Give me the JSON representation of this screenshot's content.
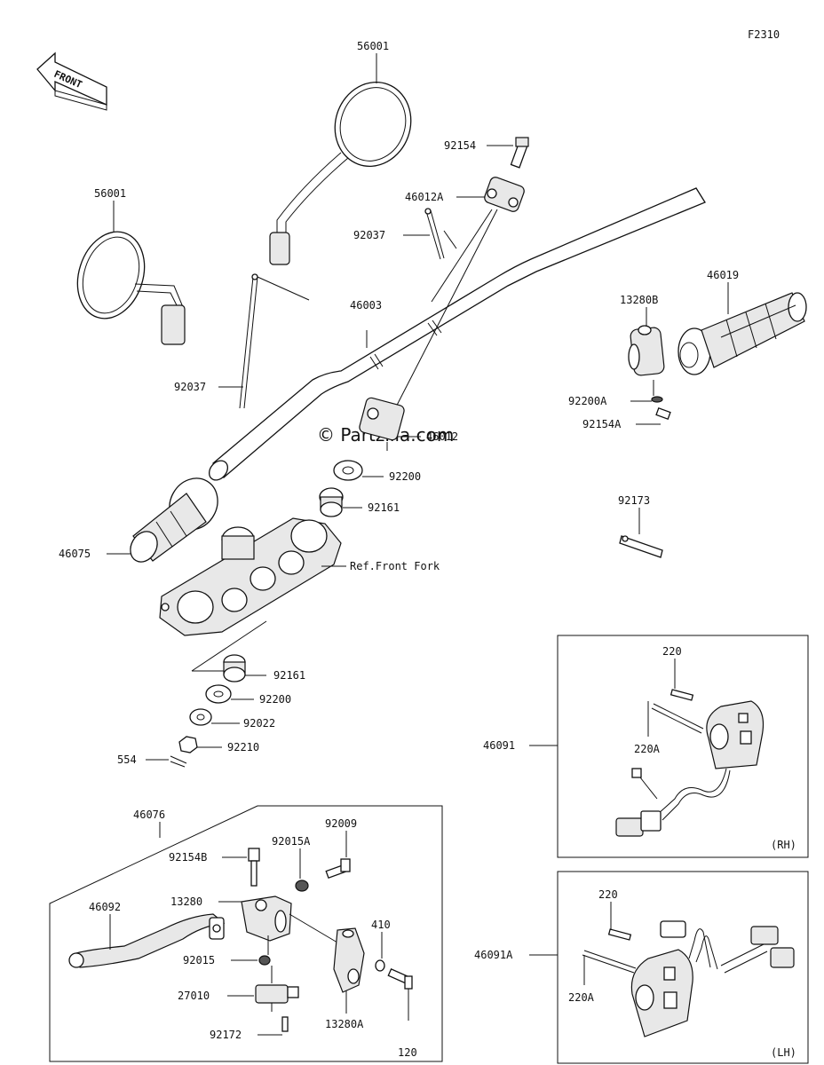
{
  "figure_code": "F2310",
  "watermark": "© Partzilla.com",
  "front_arrow": "FRONT",
  "labels": {
    "l56001a": "56001",
    "l56001b": "56001",
    "l92154": "92154",
    "l46012A": "46012A",
    "l92037a": "92037",
    "l46003": "46003",
    "l92037b": "92037",
    "l46012": "46012",
    "l92200": "92200",
    "l92161a": "92161",
    "l46075": "46075",
    "lRefFork": "Ref.Front Fork",
    "l92161b": "92161",
    "l92200b": "92200",
    "l92022": "92022",
    "l92210": "92210",
    "l554": "554",
    "l13280B": "13280B",
    "l46019": "46019",
    "l92200A": "92200A",
    "l92154A": "92154A",
    "l92173": "92173",
    "l220a": "220",
    "l220Aa": "220A",
    "l46091": "46091",
    "lRH": "(RH)",
    "l220b": "220",
    "l46091A": "46091A",
    "l220Ab": "220A",
    "lLH": "(LH)",
    "l46076": "46076",
    "l92009": "92009",
    "l92015A": "92015A",
    "l92154B": "92154B",
    "l13280": "13280",
    "l46092": "46092",
    "l410": "410",
    "l92015": "92015",
    "l27010": "27010",
    "l13280A": "13280A",
    "l120": "120",
    "l92172": "92172"
  }
}
